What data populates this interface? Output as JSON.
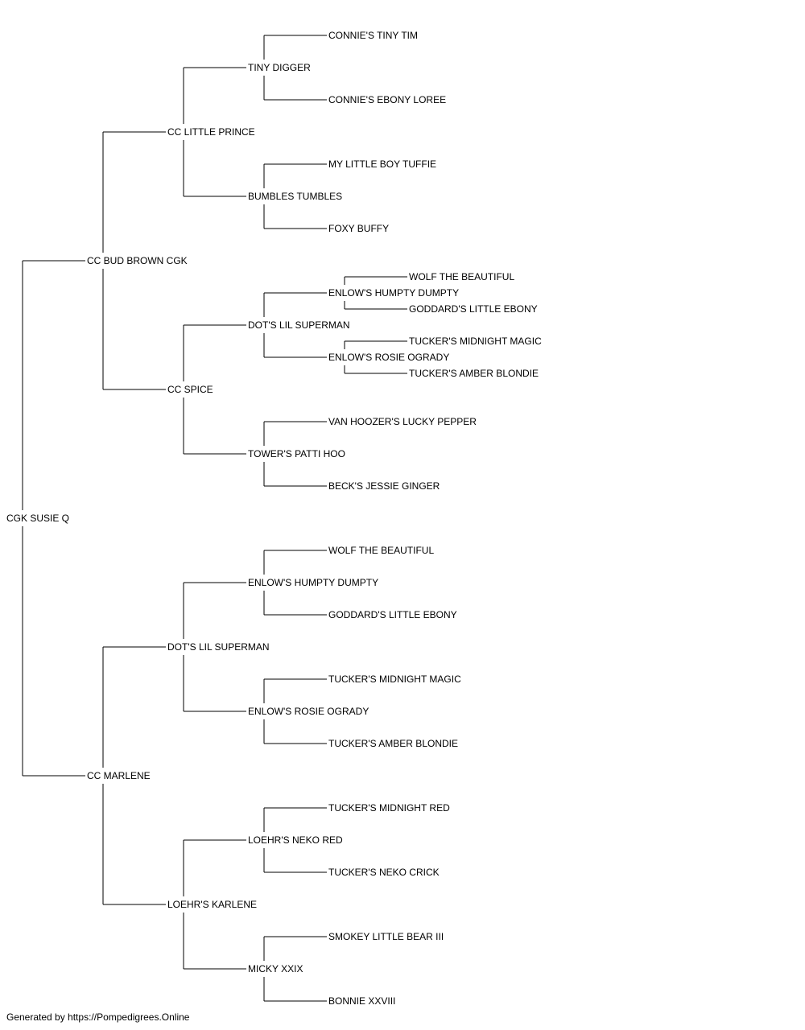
{
  "pedigree": {
    "name": "CGK SUSIE Q",
    "sire": {
      "name": "CC BUD BROWN CGK",
      "sire": {
        "name": "CC LITTLE PRINCE",
        "sire": {
          "name": "TINY DIGGER",
          "sire": {
            "name": "CONNIE'S TINY TIM"
          },
          "dam": {
            "name": "CONNIE'S EBONY LOREE"
          }
        },
        "dam": {
          "name": "BUMBLES TUMBLES",
          "sire": {
            "name": "MY LITTLE BOY TUFFIE"
          },
          "dam": {
            "name": "FOXY BUFFY"
          }
        }
      },
      "dam": {
        "name": "CC SPICE",
        "sire": {
          "name": "DOT'S LIL SUPERMAN",
          "sire": {
            "name": "ENLOW'S HUMPTY DUMPTY",
            "sire": {
              "name": "WOLF THE BEAUTIFUL"
            },
            "dam": {
              "name": "GODDARD'S LITTLE EBONY"
            }
          },
          "dam": {
            "name": "ENLOW'S ROSIE OGRADY",
            "sire": {
              "name": "TUCKER'S MIDNIGHT MAGIC"
            },
            "dam": {
              "name": "TUCKER'S AMBER BLONDIE"
            }
          }
        },
        "dam": {
          "name": "TOWER'S PATTI HOO",
          "sire": {
            "name": "VAN HOOZER'S LUCKY PEPPER"
          },
          "dam": {
            "name": "BECK'S JESSIE GINGER"
          }
        }
      }
    },
    "dam": {
      "name": "CC MARLENE",
      "sire": {
        "name": "DOT'S LIL SUPERMAN",
        "sire": {
          "name": "ENLOW'S HUMPTY DUMPTY",
          "sire": {
            "name": "WOLF THE BEAUTIFUL"
          },
          "dam": {
            "name": "GODDARD'S LITTLE EBONY"
          }
        },
        "dam": {
          "name": "ENLOW'S ROSIE OGRADY",
          "sire": {
            "name": "TUCKER'S MIDNIGHT MAGIC"
          },
          "dam": {
            "name": "TUCKER'S AMBER BLONDIE"
          }
        }
      },
      "dam": {
        "name": "LOEHR'S KARLENE",
        "sire": {
          "name": "LOEHR'S NEKO RED",
          "sire": {
            "name": "TUCKER'S MIDNIGHT RED"
          },
          "dam": {
            "name": "TUCKER'S NEKO CRICK"
          }
        },
        "dam": {
          "name": "MICKY XXIX",
          "sire": {
            "name": "SMOKEY LITTLE BEAR III"
          },
          "dam": {
            "name": "BONNIE XXVIII"
          }
        }
      }
    }
  },
  "footer": {
    "text": "Generated by https://Pompedigrees.Online"
  }
}
